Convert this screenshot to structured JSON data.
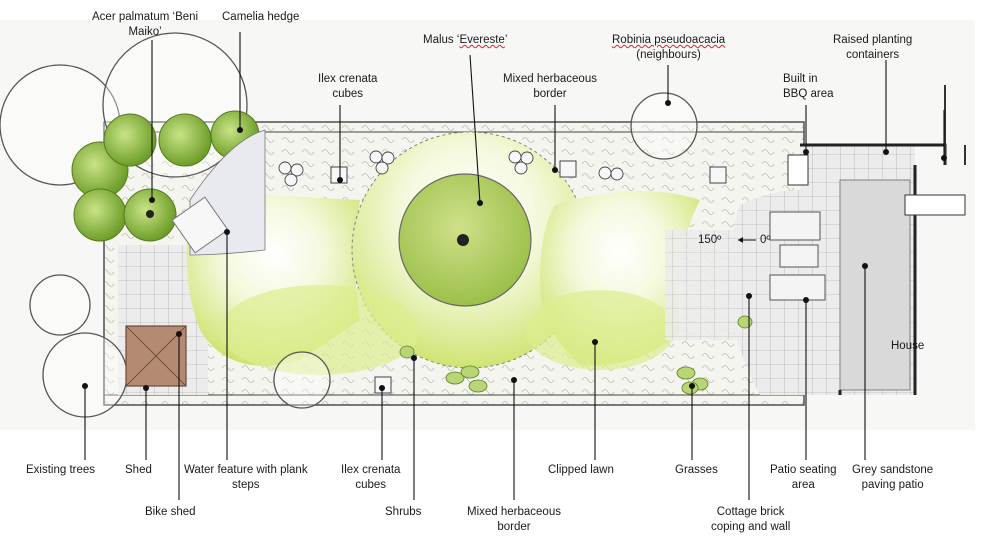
{
  "labels": {
    "acer": [
      "Acer palmatum ‘Beni",
      "Maiko’"
    ],
    "camelia": "Camelia hedge",
    "ilex_top": [
      "Ilex crenata",
      "cubes"
    ],
    "malus_prefix": "Malus ‘",
    "malus_name": "Evereste",
    "malus_suffix": "’",
    "mixed_top": [
      "Mixed herbaceous",
      "border"
    ],
    "robinia_name": "Robinia pseudoacacia",
    "robinia_note": "(neighbours)",
    "bbq": [
      "Built in",
      "BBQ  area"
    ],
    "raised": [
      "Raised planting",
      "containers"
    ],
    "existing_trees": "Existing trees",
    "shed": "Shed",
    "bike_shed": "Bike shed",
    "water_feature": [
      "Water feature with plank",
      "steps"
    ],
    "ilex_bottom": [
      "Ilex crenata",
      "cubes"
    ],
    "shrubs": "Shrubs",
    "mixed_bottom": [
      "Mixed herbaceous",
      "border"
    ],
    "clipped_lawn": "Clipped lawn",
    "grasses": "Grasses",
    "cottage_brick": [
      "Cottage brick",
      "coping and wall"
    ],
    "patio_seating": [
      "Patio seating",
      "area"
    ],
    "grey_sandstone": [
      "Grey sandstone",
      "paving patio"
    ],
    "house": "House",
    "angle_150": "150º",
    "angle_0": "0º"
  },
  "colors": {
    "lawn": "#d9ec8a",
    "lawn_dark": "#bcd85a",
    "hedge": "#8fbf3c",
    "tree_outline": "#555555",
    "paving": "#e8e8e8",
    "shed_roof": "#b58a72",
    "border_fill": "#f2f4ea"
  }
}
